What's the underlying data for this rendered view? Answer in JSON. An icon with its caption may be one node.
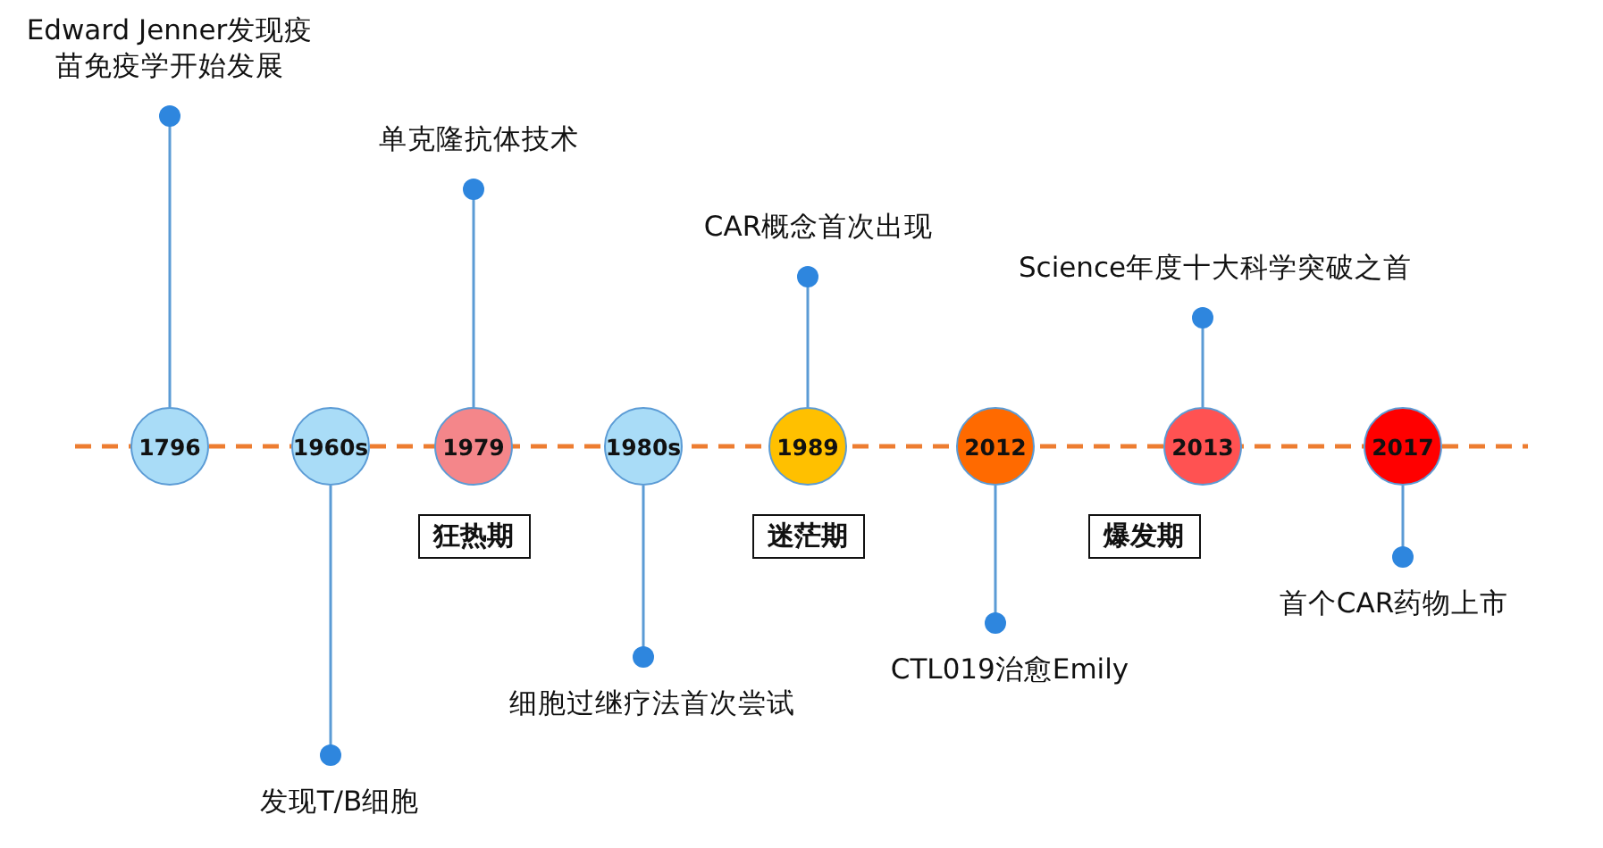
{
  "diagram": {
    "nodes": [
      {
        "text": [
          "1796"
        ]
      },
      {
        "text": [
          "1960s"
        ]
      },
      {
        "text": [
          "1979"
        ]
      },
      {
        "text": [
          "1980s"
        ]
      },
      {
        "text": [
          "1989"
        ]
      },
      {
        "text": [
          "2012"
        ]
      },
      {
        "text": [
          "2013"
        ]
      },
      {
        "text": [
          "2017"
        ]
      },
      {
        "text": [
          "Edward Jenner发现疫苗免疫学开始发展"
        ]
      },
      {
        "text": [
          "发现T/B细胞"
        ]
      },
      {
        "text": [
          "单克隆抗体技术"
        ]
      },
      {
        "text": [
          "细胞过继疗法首次尝试"
        ]
      },
      {
        "text": [
          "CAR概念首次出现"
        ]
      },
      {
        "text": [
          "CTL019治愈Emily"
        ]
      },
      {
        "text": [
          "Science年度十大科学突破之首"
        ]
      },
      {
        "text": [
          "首个CAR药物上市"
        ]
      },
      {
        "text": [
          "狂热期"
        ]
      },
      {
        "text": [
          "迷茫期"
        ]
      },
      {
        "text": [
          "爆发期"
        ]
      }
    ],
    "edges": [
      {
        "from": 0,
        "to": 8,
        "arrow": "other"
      },
      {
        "from": 1,
        "to": 9,
        "arrow": "other"
      },
      {
        "from": 2,
        "to": 10,
        "arrow": "other"
      },
      {
        "from": 3,
        "to": 11,
        "arrow": "other"
      },
      {
        "from": 4,
        "to": 12,
        "arrow": "other"
      },
      {
        "from": 5,
        "to": 13,
        "arrow": "other"
      },
      {
        "from": 6,
        "to": 14,
        "arrow": "other"
      },
      {
        "from": 7,
        "to": 15,
        "arrow": "other"
      }
    ]
  }
}
